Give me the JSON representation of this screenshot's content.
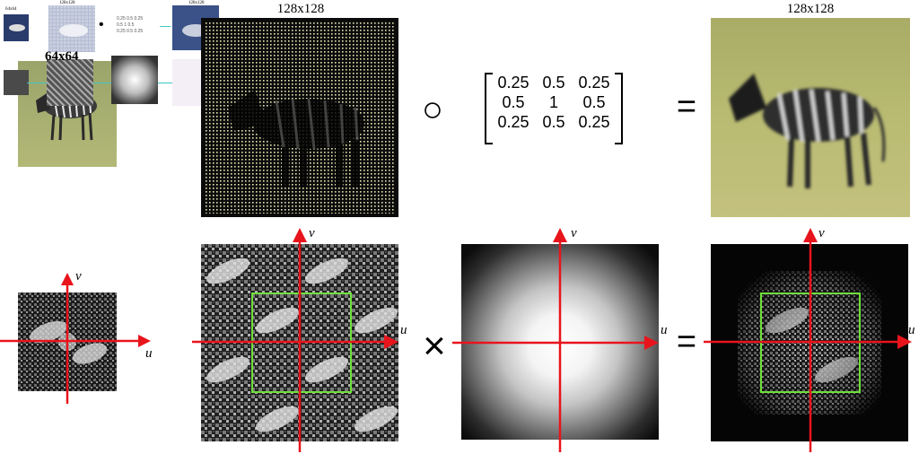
{
  "top_row": {
    "small_label": "64x64",
    "sampled_label": "128x128",
    "result_label": "128x128",
    "hadamard_symbol": "○",
    "equals_symbol": "=",
    "kernel_matrix": [
      [
        "0.25",
        "0.5",
        "0.25"
      ],
      [
        "0.5",
        "1",
        "0.5"
      ],
      [
        "0.25",
        "0.5",
        "0.25"
      ]
    ]
  },
  "thumbnail": {
    "tiny_label": "64x64",
    "tiny_label2": "128x128",
    "tiny_label3": "128x128",
    "dot_symbol": "•",
    "tiny_matrix": [
      "0.25 0.5 0.25",
      "0.5  1  0.5",
      "0.25 0.5 0.25"
    ]
  },
  "bottom_row": {
    "u_label": "u",
    "v_label": "v",
    "times_symbol": "×",
    "equals_symbol": "="
  },
  "colors": {
    "axis": "#e8141c",
    "box": "#6fe03a",
    "thumb_arrow": "#3cc7c7"
  }
}
